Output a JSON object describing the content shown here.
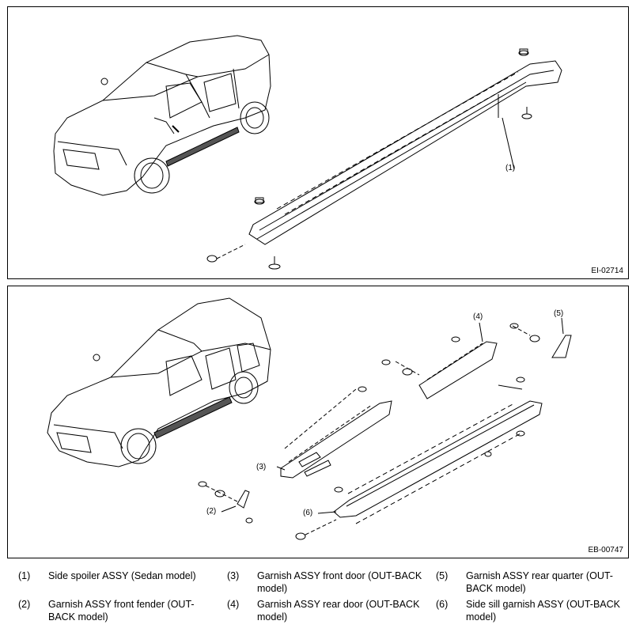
{
  "figures": [
    {
      "id": "EI-02714",
      "callouts": [
        "(1)"
      ]
    },
    {
      "id": "EB-00747",
      "callouts": [
        "(2)",
        "(3)",
        "(4)",
        "(5)",
        "(6)"
      ]
    }
  ],
  "legend": [
    {
      "num": "(1)",
      "text": "Side spoiler ASSY (Sedan model)"
    },
    {
      "num": "(2)",
      "text": "Garnish ASSY front fender (OUT-BACK model)"
    },
    {
      "num": "(3)",
      "text": "Garnish ASSY front door (OUT-BACK model)"
    },
    {
      "num": "(4)",
      "text": "Garnish ASSY rear door (OUT-BACK model)"
    },
    {
      "num": "(5)",
      "text": "Garnish ASSY rear quarter (OUT-BACK model)"
    },
    {
      "num": "(6)",
      "text": "Side sill garnish ASSY (OUT-BACK model)"
    }
  ]
}
